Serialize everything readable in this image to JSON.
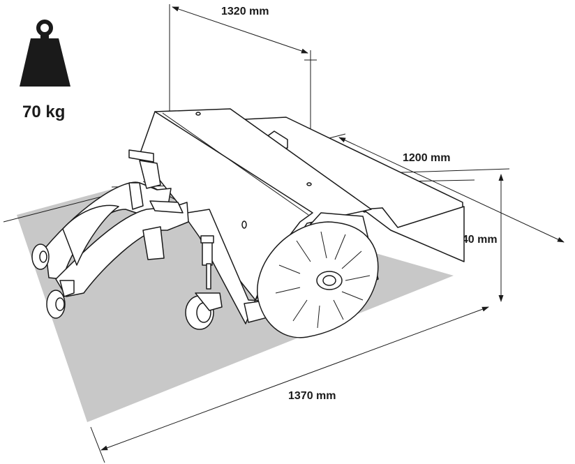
{
  "weight": {
    "icon": "weight-icon",
    "label": "70 kg"
  },
  "dimensions": {
    "depth": "1320 mm",
    "width": "1200 mm",
    "height": "440 mm",
    "length": "1370 mm"
  },
  "colors": {
    "ground": "#c8c8c8",
    "ink": "#1a1a1a"
  }
}
